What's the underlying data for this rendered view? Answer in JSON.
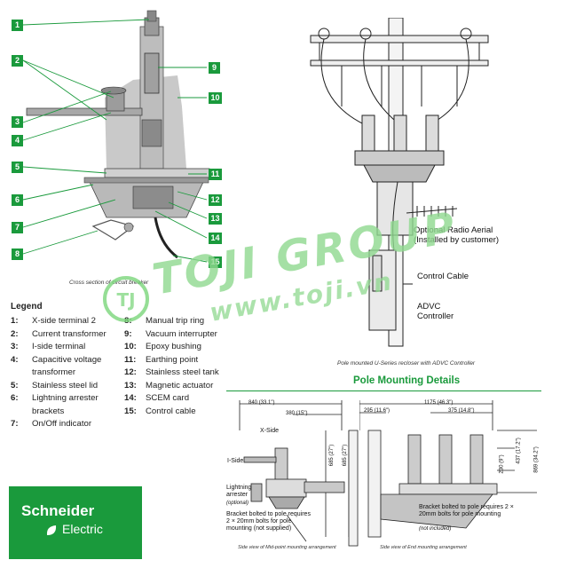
{
  "cross_section": {
    "callouts_left": [
      "1",
      "2",
      "3",
      "4",
      "5",
      "6",
      "7",
      "8"
    ],
    "callouts_right": [
      "9",
      "10",
      "11",
      "12",
      "13",
      "14",
      "15"
    ],
    "caption": "Cross section of circuit breaker"
  },
  "legend": {
    "title": "Legend",
    "col1": [
      {
        "k": "1:",
        "v": "X-side terminal 2"
      },
      {
        "k": "2:",
        "v": "Current transformer"
      },
      {
        "k": "3:",
        "v": "I-side terminal"
      },
      {
        "k": "4:",
        "v": "Capacitive voltage transformer"
      },
      {
        "k": "5:",
        "v": "Stainless steel lid"
      },
      {
        "k": "6:",
        "v": "Lightning arrester brackets"
      },
      {
        "k": "7:",
        "v": "On/Off indicator"
      }
    ],
    "col2": [
      {
        "k": "8:",
        "v": "Manual trip ring"
      },
      {
        "k": "9:",
        "v": "Vacuum interrupter"
      },
      {
        "k": "10:",
        "v": "Epoxy bushing"
      },
      {
        "k": "11:",
        "v": "Earthing point"
      },
      {
        "k": "12:",
        "v": "Stainless steel tank"
      },
      {
        "k": "13:",
        "v": "Magnetic actuator"
      },
      {
        "k": "14:",
        "v": "SCEM card"
      },
      {
        "k": "15:",
        "v": "Control cable"
      }
    ]
  },
  "pole_view": {
    "label_radio": "Optional Radio Aerial (Installed by customer)",
    "label_cable": "Control Cable",
    "label_controller": "ADVC Controller",
    "caption": "Pole mounted U-Series recloser with ADVC Controller"
  },
  "mounting": {
    "heading": "Pole Mounting Details",
    "mid": {
      "dim_top": "840 (33.1\")",
      "dim_second": "380 (15\")",
      "dim_v1": "685 (27\")",
      "dim_v2": "685 (27\")",
      "x_side": "X-Side",
      "i_side": "I-Side",
      "arrester": "Lightning arrester",
      "optional": "(optional)",
      "bracket": "Bracket bolted to pole requires 2 × 20mm bolts for pole mounting (not supplied)",
      "caption": "Side view of Mid-point mounting arrangement"
    },
    "end": {
      "dim_top": "1175 (46.3\")",
      "dim_a": "295 (11.6\")",
      "dim_b": "375 (14.8\")",
      "dim_v1": "230 (9\")",
      "dim_v2": "437 (17.2\")",
      "dim_v3": "869 (34.2\")",
      "bracket": "Bracket bolted to pole requires 2 × 20mm bolts for pole mounting",
      "not_included": "(not included)",
      "caption": "Side view of End mounting arrangement"
    }
  },
  "watermark": {
    "brand": "TOJI GROUP",
    "site": "www.toji.vn",
    "badge": "TJ"
  },
  "logo": {
    "line1": "Schneider",
    "line2": "Electric"
  },
  "colors": {
    "green": "#1a9a3c",
    "grey": "#c8c8c8"
  }
}
